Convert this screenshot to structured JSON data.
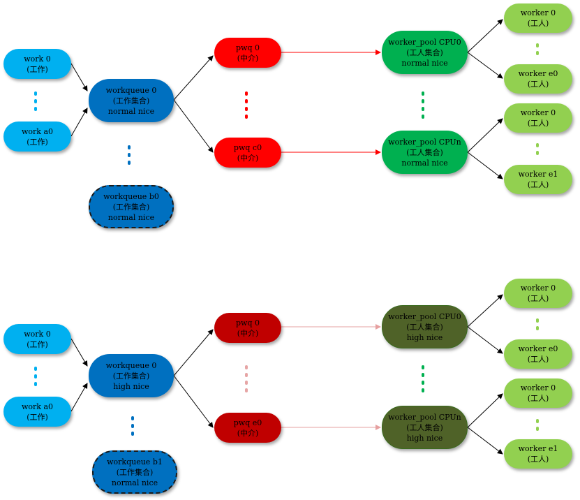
{
  "colors": {
    "work": "#00b0f0",
    "workqueue": "#0070c0",
    "pwq_normal": "#ff0000",
    "pwq_high": "#c00000",
    "pool_normal": "#00b050",
    "pool_high": "#4f6228",
    "worker": "#92d050",
    "dots_pwq_high": "#e6a5a5"
  },
  "top": {
    "work_0": {
      "line1": "work 0",
      "line2": "(工作)"
    },
    "work_a0": {
      "line1": "work a0",
      "line2": "(工作)"
    },
    "workqueue_0": {
      "line1": "workqueue 0",
      "line2": "(工作集合)",
      "line3": "normal nice"
    },
    "workqueue_b0": {
      "line1": "workqueue b0",
      "line2": "(工作集合)",
      "line3": "normal nice"
    },
    "pwq_0": {
      "line1": "pwq 0",
      "line2": "(中介)"
    },
    "pwq_c0": {
      "line1": "pwq c0",
      "line2": "(中介)"
    },
    "pool_cpu0": {
      "line1": "worker_pool CPU0",
      "line2": "(工人集合)",
      "line3": "normal nice"
    },
    "pool_cpun": {
      "line1": "worker_pool CPUn",
      "line2": "(工人集合)",
      "line3": "normal nice"
    },
    "worker_0a": {
      "line1": "worker 0",
      "line2": "(工人)"
    },
    "worker_e0": {
      "line1": "worker e0",
      "line2": "(工人)"
    },
    "worker_0b": {
      "line1": "worker 0",
      "line2": "(工人)"
    },
    "worker_e1": {
      "line1": "worker e1",
      "line2": "(工人)"
    }
  },
  "bottom": {
    "work_0": {
      "line1": "work 0",
      "line2": "(工作)"
    },
    "work_a0": {
      "line1": "work a0",
      "line2": "(工作)"
    },
    "workqueue_0": {
      "line1": "workqueue 0",
      "line2": "(工作集合)",
      "line3": "high nice"
    },
    "workqueue_b1": {
      "line1": "workqueue b1",
      "line2": "(工作集合)",
      "line3": "normal nice"
    },
    "pwq_0": {
      "line1": "pwq 0",
      "line2": "(中介)"
    },
    "pwq_e0": {
      "line1": "pwq e0",
      "line2": "(中介)"
    },
    "pool_cpu0": {
      "line1": "worker_pool CPU0",
      "line2": "(工人集合)",
      "line3": "high nice"
    },
    "pool_cpun": {
      "line1": "worker_pool CPUn",
      "line2": "(工人集合)",
      "line3": "high nice"
    },
    "worker_0a": {
      "line1": "worker 0",
      "line2": "(工人)"
    },
    "worker_e0": {
      "line1": "worker e0",
      "line2": "(工人)"
    },
    "worker_0b": {
      "line1": "worker 0",
      "line2": "(工人)"
    },
    "worker_e1": {
      "line1": "worker e1",
      "line2": "(工人)"
    }
  }
}
